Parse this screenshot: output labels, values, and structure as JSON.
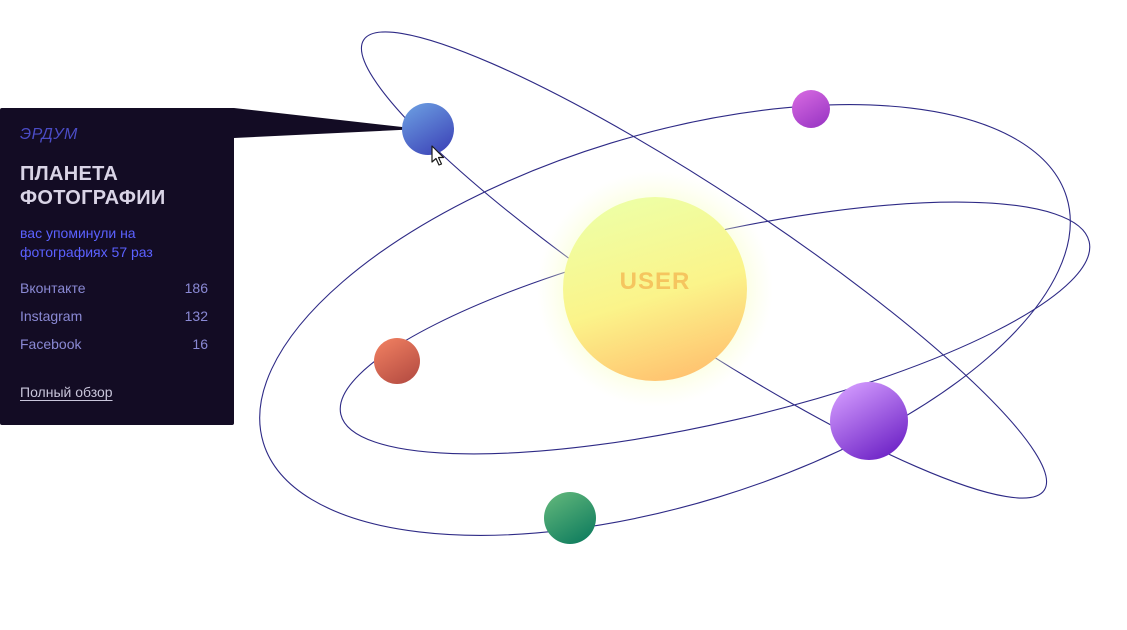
{
  "card": {
    "brand": "ЭРДУМ",
    "title": "ПЛАНЕТА ФОТОГРАФИИ",
    "mention": "вас упоминули на фотографиях 57 раз",
    "stats": [
      {
        "label": "Вконтакте",
        "value": "186"
      },
      {
        "label": "Instagram",
        "value": "132"
      },
      {
        "label": "Facebook",
        "value": "16"
      }
    ],
    "link": "Полный обзор"
  },
  "sun": {
    "label": "USER"
  },
  "colors": {
    "card_bg": "#130c24",
    "orbit": "#2e2a86",
    "brand": "#4b4cc6",
    "mention": "#5b61ff",
    "sun_label": "#f5c55f"
  },
  "planets": [
    {
      "name": "photo-planet",
      "colors": [
        "#6a9be0",
        "#3d44b8"
      ],
      "icon": "planet"
    },
    {
      "name": "magenta-planet",
      "colors": [
        "#d468e0",
        "#9a36c4"
      ],
      "icon": "planet"
    },
    {
      "name": "orange-planet",
      "colors": [
        "#ee7e60",
        "#b54c42"
      ],
      "icon": "planet"
    },
    {
      "name": "purple-planet",
      "colors": [
        "#d49cff",
        "#6a1fc4"
      ],
      "icon": "planet"
    },
    {
      "name": "green-planet",
      "colors": [
        "#5fb57a",
        "#0e7c5e"
      ],
      "icon": "planet"
    }
  ]
}
